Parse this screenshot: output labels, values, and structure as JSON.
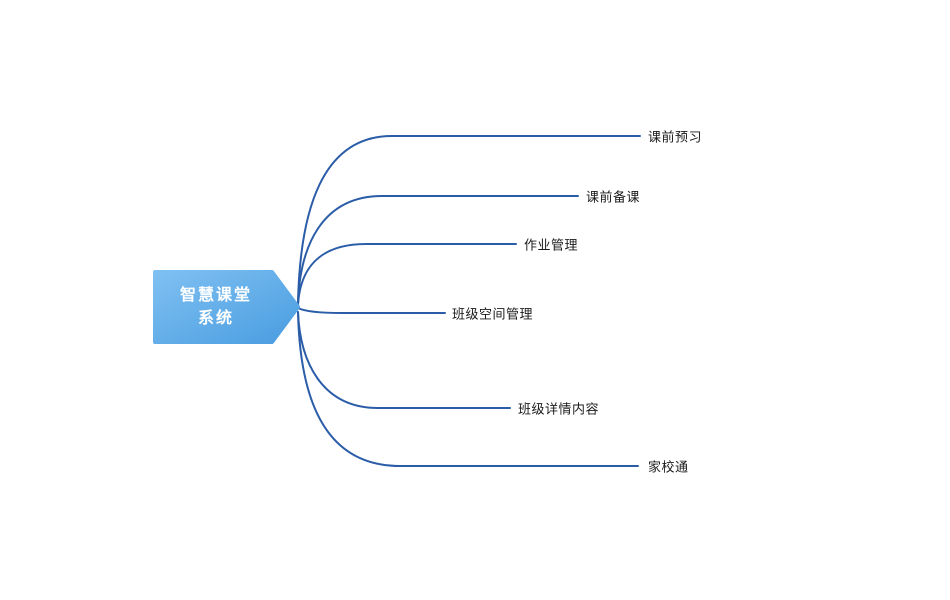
{
  "diagram": {
    "type": "mindmap",
    "root": {
      "label": "智慧课堂系统",
      "line1": "智慧课堂",
      "line2": "系统"
    },
    "branches": [
      {
        "id": "pre-class-preview",
        "label": "课前预习"
      },
      {
        "id": "pre-class-preparation",
        "label": "课前备课"
      },
      {
        "id": "homework-management",
        "label": "作业管理"
      },
      {
        "id": "class-space-management",
        "label": "班级空间管理"
      },
      {
        "id": "class-detail-content",
        "label": "班级详情内容"
      },
      {
        "id": "home-school-link",
        "label": "家校通"
      }
    ],
    "colors": {
      "line": "#2a5ca8",
      "node_gradient_start": "#7fc0f2",
      "node_gradient_end": "#4a9de0",
      "root_text": "#ffffff",
      "label_text": "#1a1a1a"
    }
  }
}
